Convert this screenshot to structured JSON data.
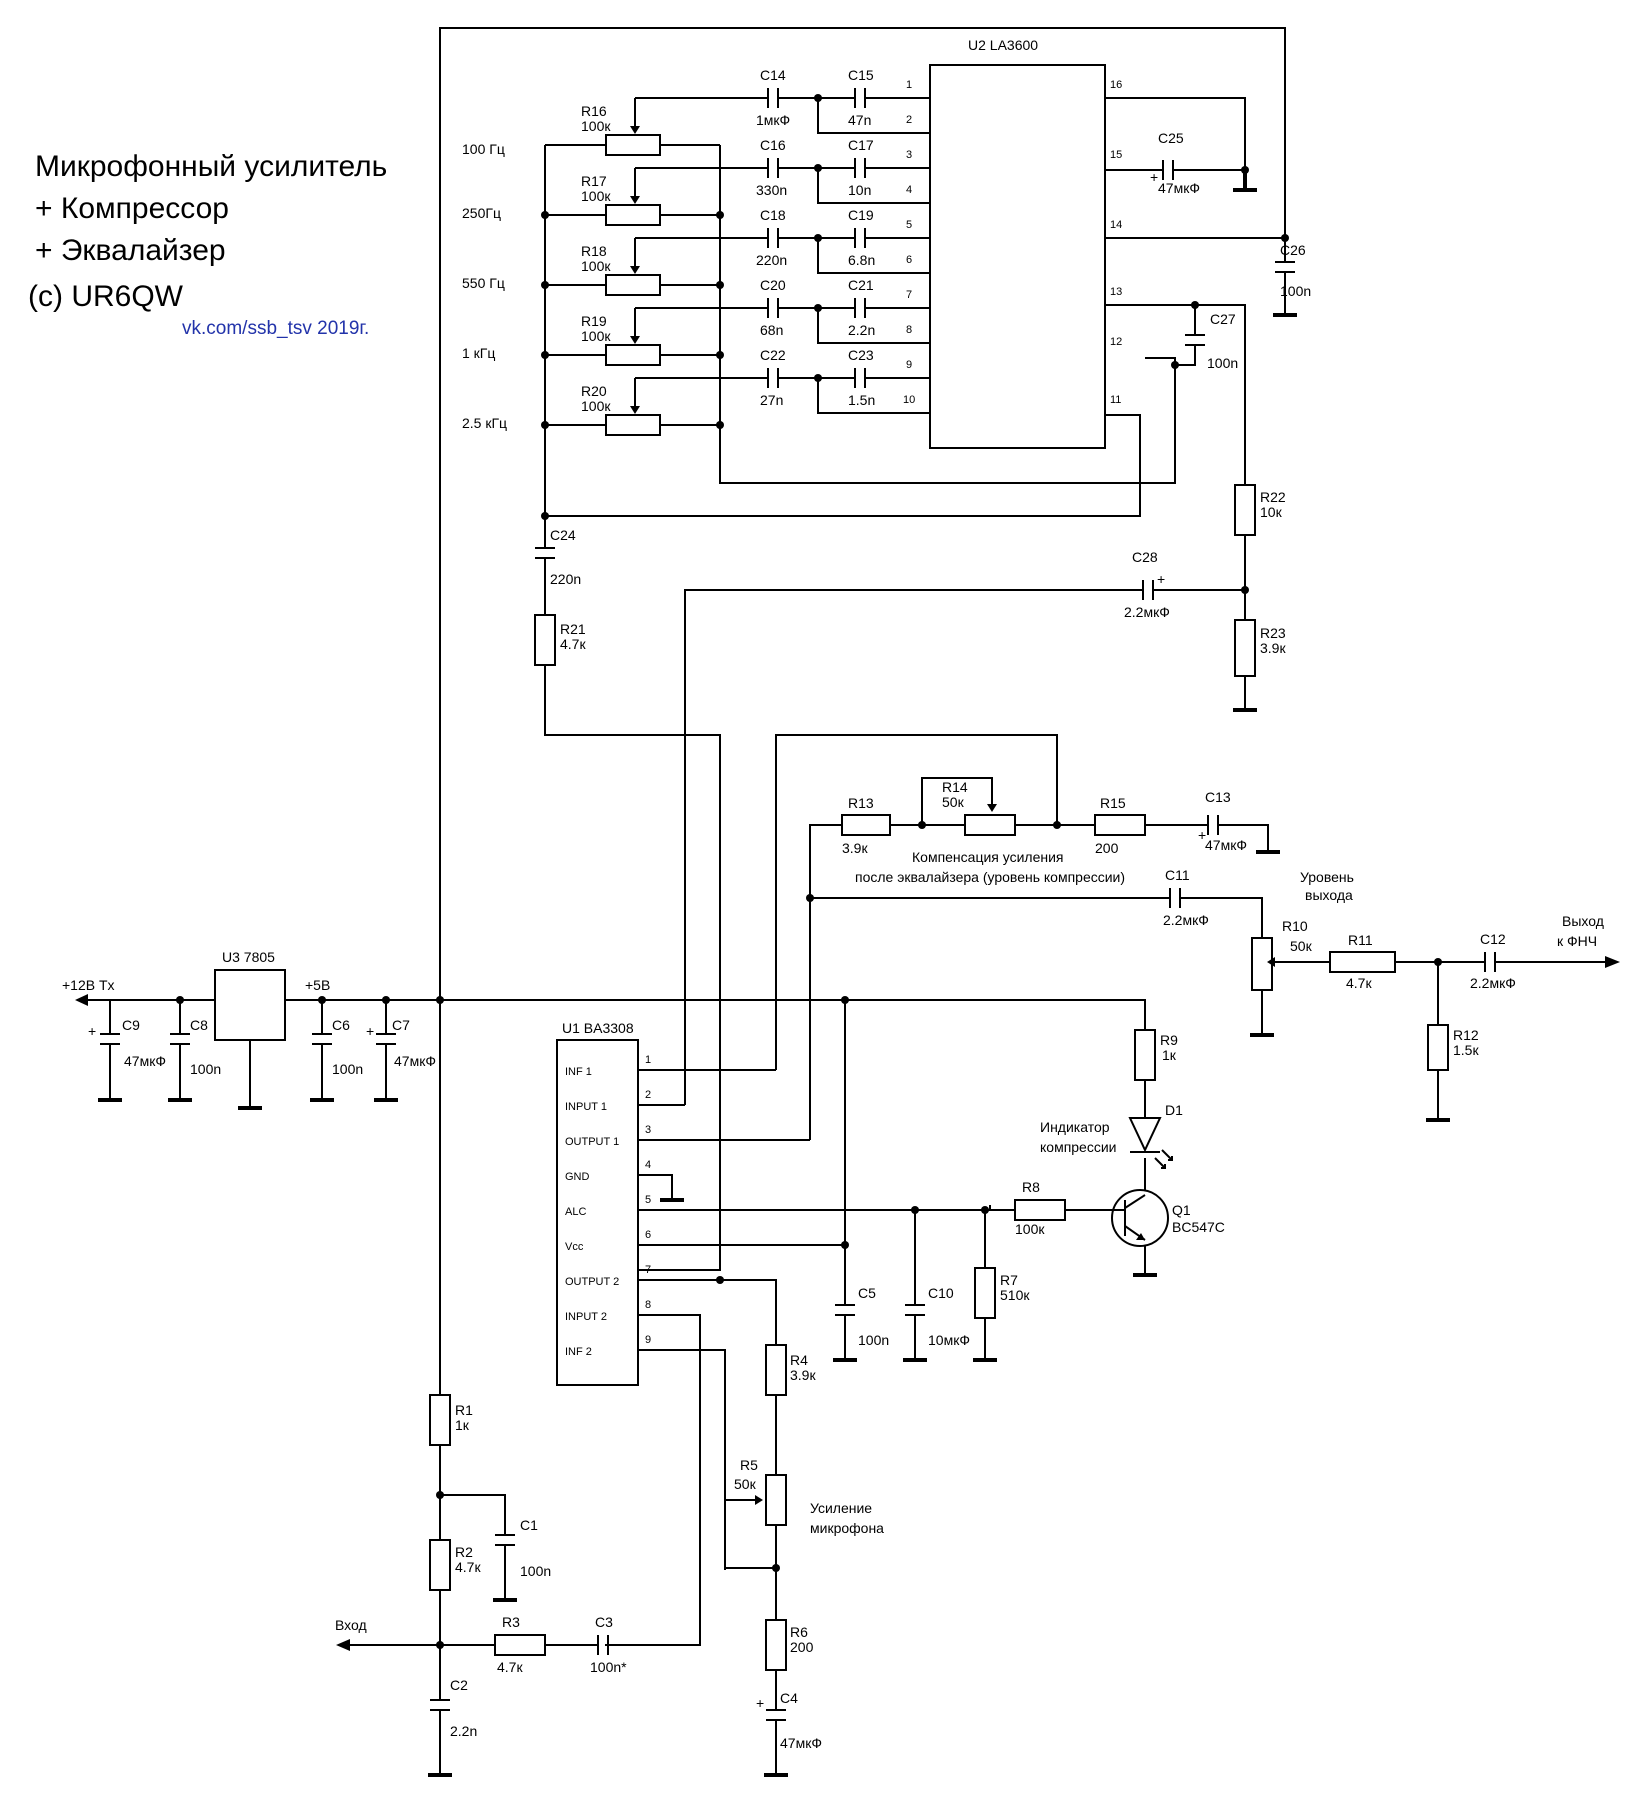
{
  "header": {
    "title": [
      "Микрофонный усилитель",
      "+ Компрессор",
      "+ Эквалайзер"
    ],
    "author": "(c) UR6QW",
    "link": "vk.com/ssb_tsv 2019г."
  },
  "ics": {
    "u2": {
      "name": "U2 LA3600",
      "left_pins": [
        "1",
        "2",
        "3",
        "4",
        "5",
        "6",
        "7",
        "8",
        "9",
        "10"
      ],
      "right_pins": [
        "16",
        "15",
        "14",
        "13",
        "12",
        "11"
      ]
    },
    "u1": {
      "name": "U1 BA3308",
      "pins": [
        {
          "num": "1",
          "label": "INF 1"
        },
        {
          "num": "2",
          "label": "INPUT 1"
        },
        {
          "num": "3",
          "label": "OUTPUT 1"
        },
        {
          "num": "4",
          "label": "GND"
        },
        {
          "num": "5",
          "label": "ALC"
        },
        {
          "num": "6",
          "label": "Vcc"
        },
        {
          "num": "7",
          "label": "OUTPUT 2"
        },
        {
          "num": "8",
          "label": "INPUT 2"
        },
        {
          "num": "9",
          "label": "INF 2"
        }
      ]
    },
    "u3": {
      "name": "U3 7805"
    }
  },
  "eq_bands": [
    "100 Гц",
    "250Гц",
    "550 Гц",
    "1 кГц",
    "2.5 кГц"
  ],
  "components": {
    "R1": {
      "ref": "R1",
      "value": "1к"
    },
    "R2": {
      "ref": "R2",
      "value": "4.7к"
    },
    "R3": {
      "ref": "R3",
      "value": "4.7к"
    },
    "R4": {
      "ref": "R4",
      "value": "3.9к"
    },
    "R5": {
      "ref": "R5",
      "value": "50к"
    },
    "R6": {
      "ref": "R6",
      "value": "200"
    },
    "R7": {
      "ref": "R7",
      "value": "510к"
    },
    "R8": {
      "ref": "R8",
      "value": "100к"
    },
    "R9": {
      "ref": "R9",
      "value": "1к"
    },
    "R10": {
      "ref": "R10",
      "value": "50к"
    },
    "R11": {
      "ref": "R11",
      "value": "4.7к"
    },
    "R12": {
      "ref": "R12",
      "value": "1.5к"
    },
    "R13": {
      "ref": "R13",
      "value": "3.9к"
    },
    "R14": {
      "ref": "R14",
      "value": "50к"
    },
    "R15": {
      "ref": "R15",
      "value": "200"
    },
    "R16": {
      "ref": "R16",
      "value": "100к"
    },
    "R17": {
      "ref": "R17",
      "value": "100к"
    },
    "R18": {
      "ref": "R18",
      "value": "100к"
    },
    "R19": {
      "ref": "R19",
      "value": "100к"
    },
    "R20": {
      "ref": "R20",
      "value": "100к"
    },
    "R21": {
      "ref": "R21",
      "value": "4.7к"
    },
    "R22": {
      "ref": "R22",
      "value": "10к"
    },
    "R23": {
      "ref": "R23",
      "value": "3.9к"
    },
    "C1": {
      "ref": "C1",
      "value": "100n"
    },
    "C2": {
      "ref": "C2",
      "value": "2.2n"
    },
    "C3": {
      "ref": "C3",
      "value": "100n*"
    },
    "C4": {
      "ref": "C4",
      "value": "47мкФ"
    },
    "C5": {
      "ref": "C5",
      "value": "100n"
    },
    "C6": {
      "ref": "C6",
      "value": "100n"
    },
    "C7": {
      "ref": "C7",
      "value": "47мкФ"
    },
    "C8": {
      "ref": "C8",
      "value": "100n"
    },
    "C9": {
      "ref": "C9",
      "value": "47мкФ"
    },
    "C10": {
      "ref": "C10",
      "value": "10мкФ"
    },
    "C11": {
      "ref": "C11",
      "value": "2.2мкФ"
    },
    "C12": {
      "ref": "C12",
      "value": "2.2мкФ"
    },
    "C13": {
      "ref": "C13",
      "value": "47мкФ"
    },
    "C14": {
      "ref": "C14",
      "value": "1мкФ"
    },
    "C15": {
      "ref": "C15",
      "value": "47n"
    },
    "C16": {
      "ref": "C16",
      "value": "330n"
    },
    "C17": {
      "ref": "C17",
      "value": "10n"
    },
    "C18": {
      "ref": "C18",
      "value": "220n"
    },
    "C19": {
      "ref": "C19",
      "value": "6.8n"
    },
    "C20": {
      "ref": "C20",
      "value": "68n"
    },
    "C21": {
      "ref": "C21",
      "value": "2.2n"
    },
    "C22": {
      "ref": "C22",
      "value": "27n"
    },
    "C23": {
      "ref": "C23",
      "value": "1.5n"
    },
    "C24": {
      "ref": "C24",
      "value": "220n"
    },
    "C25": {
      "ref": "C25",
      "value": "47мкФ"
    },
    "C26": {
      "ref": "C26",
      "value": "100n"
    },
    "C27": {
      "ref": "C27",
      "value": "100n"
    },
    "C28": {
      "ref": "C28",
      "value": "2.2мкФ"
    },
    "D1": {
      "ref": "D1"
    },
    "Q1": {
      "ref": "Q1",
      "value": "BC547C"
    }
  },
  "notes": {
    "r14_line1": "Компенсация усиления",
    "r14_line2": "после эквалайзера (уровень компрессии)",
    "r10_line1": "Уровень",
    "r10_line2": "выхода",
    "r5_line1": "Усиление",
    "r5_line2": "микрофона",
    "d1_line1": "Индикатор",
    "d1_line2": "компрессии"
  },
  "ports": {
    "power_in": "+12В Tx",
    "rail_5v": "+5В",
    "input": "Вход",
    "output_line1": "Выход",
    "output_line2": "к ФНЧ"
  }
}
